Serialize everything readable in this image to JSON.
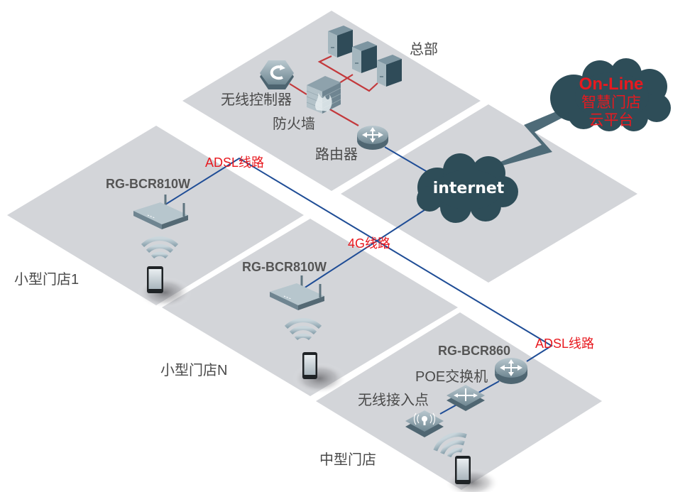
{
  "sites": {
    "hq": {
      "label": "总部",
      "wireless_controller": "无线控制器",
      "firewall": "防火墙",
      "router": "路由器"
    },
    "small_store_1": {
      "label": "小型门店1",
      "router_model": "RG-BCR810W"
    },
    "small_store_n": {
      "label": "小型门店N",
      "router_model": "RG-BCR810W"
    },
    "medium_store": {
      "label": "中型门店",
      "router_model": "RG-BCR860",
      "poe_switch": "POE交换机",
      "access_point": "无线接入点"
    }
  },
  "links": {
    "adsl_top": "ADSL线路",
    "lte": "4G线路",
    "adsl_bottom": "ADSL线路"
  },
  "internet": {
    "label": "internet"
  },
  "cloud_platform": {
    "title": "On-Line",
    "line1": "智慧门店",
    "line2": "云平台"
  },
  "colors": {
    "platform": "#d3d5d9",
    "cloud": "#2e4d58",
    "wan_link": "#1f4d96",
    "lan_link": "#c3393c",
    "highlight_text": "#e8191f"
  }
}
